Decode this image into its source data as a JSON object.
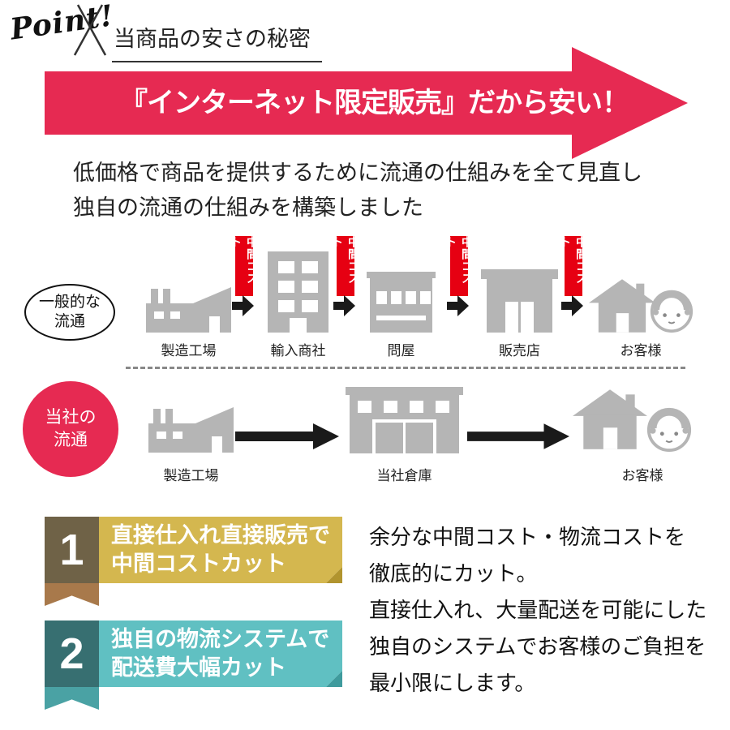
{
  "colors": {
    "banner_red": "#e62a52",
    "cost_flag_red": "#e60012",
    "icon_gray": "#b5b5b5",
    "arrow_black": "#1a1a1a",
    "point1_square": "#6f6247",
    "point1_ribbon": "#a8794b",
    "point1_bar": "#d4b74f",
    "point2_square": "#376f71",
    "point2_ribbon": "#4aa2a4",
    "point2_bar": "#60c0c2"
  },
  "header": {
    "point_label": "Point!",
    "title": "当商品の安さの秘密"
  },
  "banner": {
    "text": "『インターネット限定販売』だから安い！"
  },
  "intro": {
    "line1": "低価格で商品を提供するために流通の仕組みを全て見直し",
    "line2": "独自の流通の仕組みを構築しました"
  },
  "general_flow": {
    "label_line1": "一般的な",
    "label_line2": "流通",
    "cost_label": "中間コスト",
    "steps": [
      "製造工場",
      "輸入商社",
      "問屋",
      "販売店",
      "お客様"
    ]
  },
  "company_flow": {
    "label_line1": "当社の",
    "label_line2": "流通",
    "steps": [
      "製造工場",
      "当社倉庫",
      "お客様"
    ]
  },
  "points": [
    {
      "number": "1",
      "line1": "直接仕入れ直接販売で",
      "line2": "中間コストカット"
    },
    {
      "number": "2",
      "line1": "独自の物流システムで",
      "line2": "配送費大幅カット"
    }
  ],
  "description": {
    "lines": [
      "余分な中間コスト・物流コストを",
      "徹底的にカット。",
      "直接仕入れ、大量配送を可能にした",
      "独自のシステムでお客様のご負担を",
      "最小限にします。"
    ]
  }
}
